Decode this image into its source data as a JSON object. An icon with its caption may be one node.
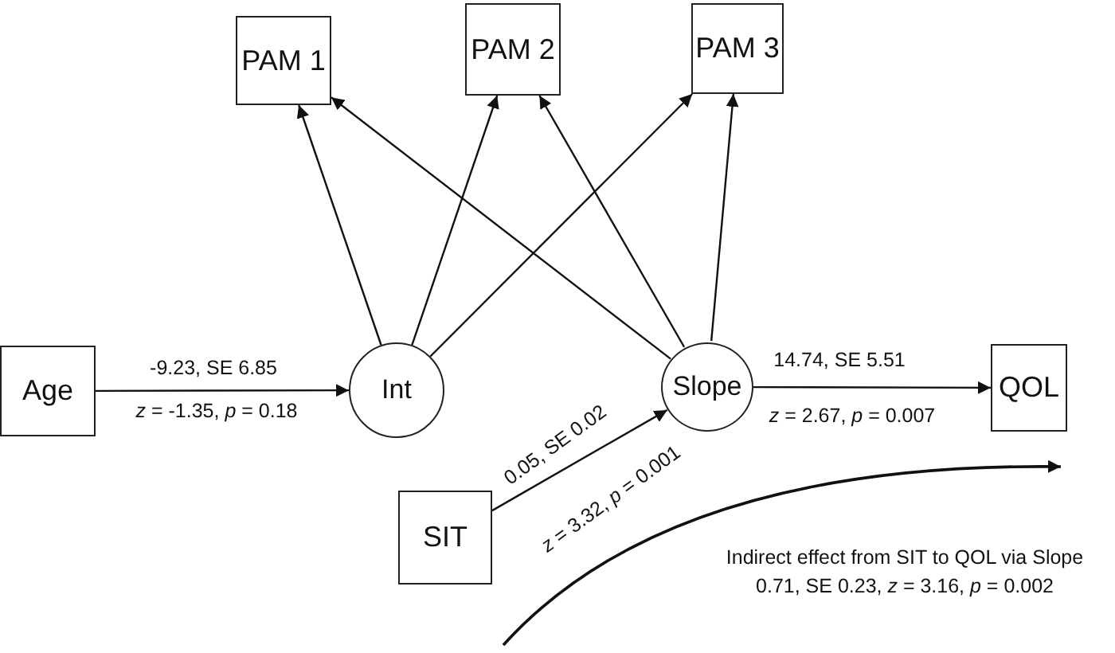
{
  "diagram": {
    "nodes": [
      {
        "text": [
          "PAM 1"
        ]
      },
      {
        "text": [
          "PAM 2"
        ]
      },
      {
        "text": [
          "PAM 3"
        ]
      },
      {
        "text": [
          "Age"
        ]
      },
      {
        "text": [
          "Int"
        ]
      },
      {
        "text": [
          "Slope"
        ]
      },
      {
        "text": [
          "QOL"
        ]
      },
      {
        "text": [
          "SIT"
        ]
      }
    ],
    "edges": [
      {
        "from": 4,
        "to": 0,
        "arrow": "to"
      },
      {
        "from": 4,
        "to": 1,
        "arrow": "to"
      },
      {
        "from": 4,
        "to": 2,
        "arrow": "to"
      },
      {
        "from": 5,
        "to": 0,
        "arrow": "to"
      },
      {
        "from": 5,
        "to": 1,
        "arrow": "to"
      },
      {
        "from": 5,
        "to": 2,
        "arrow": "to"
      },
      {
        "from": 3,
        "to": 4,
        "arrow": "to",
        "label": "-9.23, SE 6.85"
      },
      {
        "from": 7,
        "to": 5,
        "arrow": "to",
        "label": "0.05, SE 0.02"
      },
      {
        "from": 5,
        "to": 6,
        "arrow": "to",
        "label": "14.74, SE 5.51"
      }
    ],
    "labels": [
      "*z* = -1.35, *p* = 0.18",
      "*z* = 3.32, *p* = 0.001",
      "*z* = 2.67, *p* = 0.007",
      "Indirect effect from SIT to QOL via Slope",
      "0.71, SE 0.23, *z* = 3.16, *p* = 0.002"
    ]
  }
}
